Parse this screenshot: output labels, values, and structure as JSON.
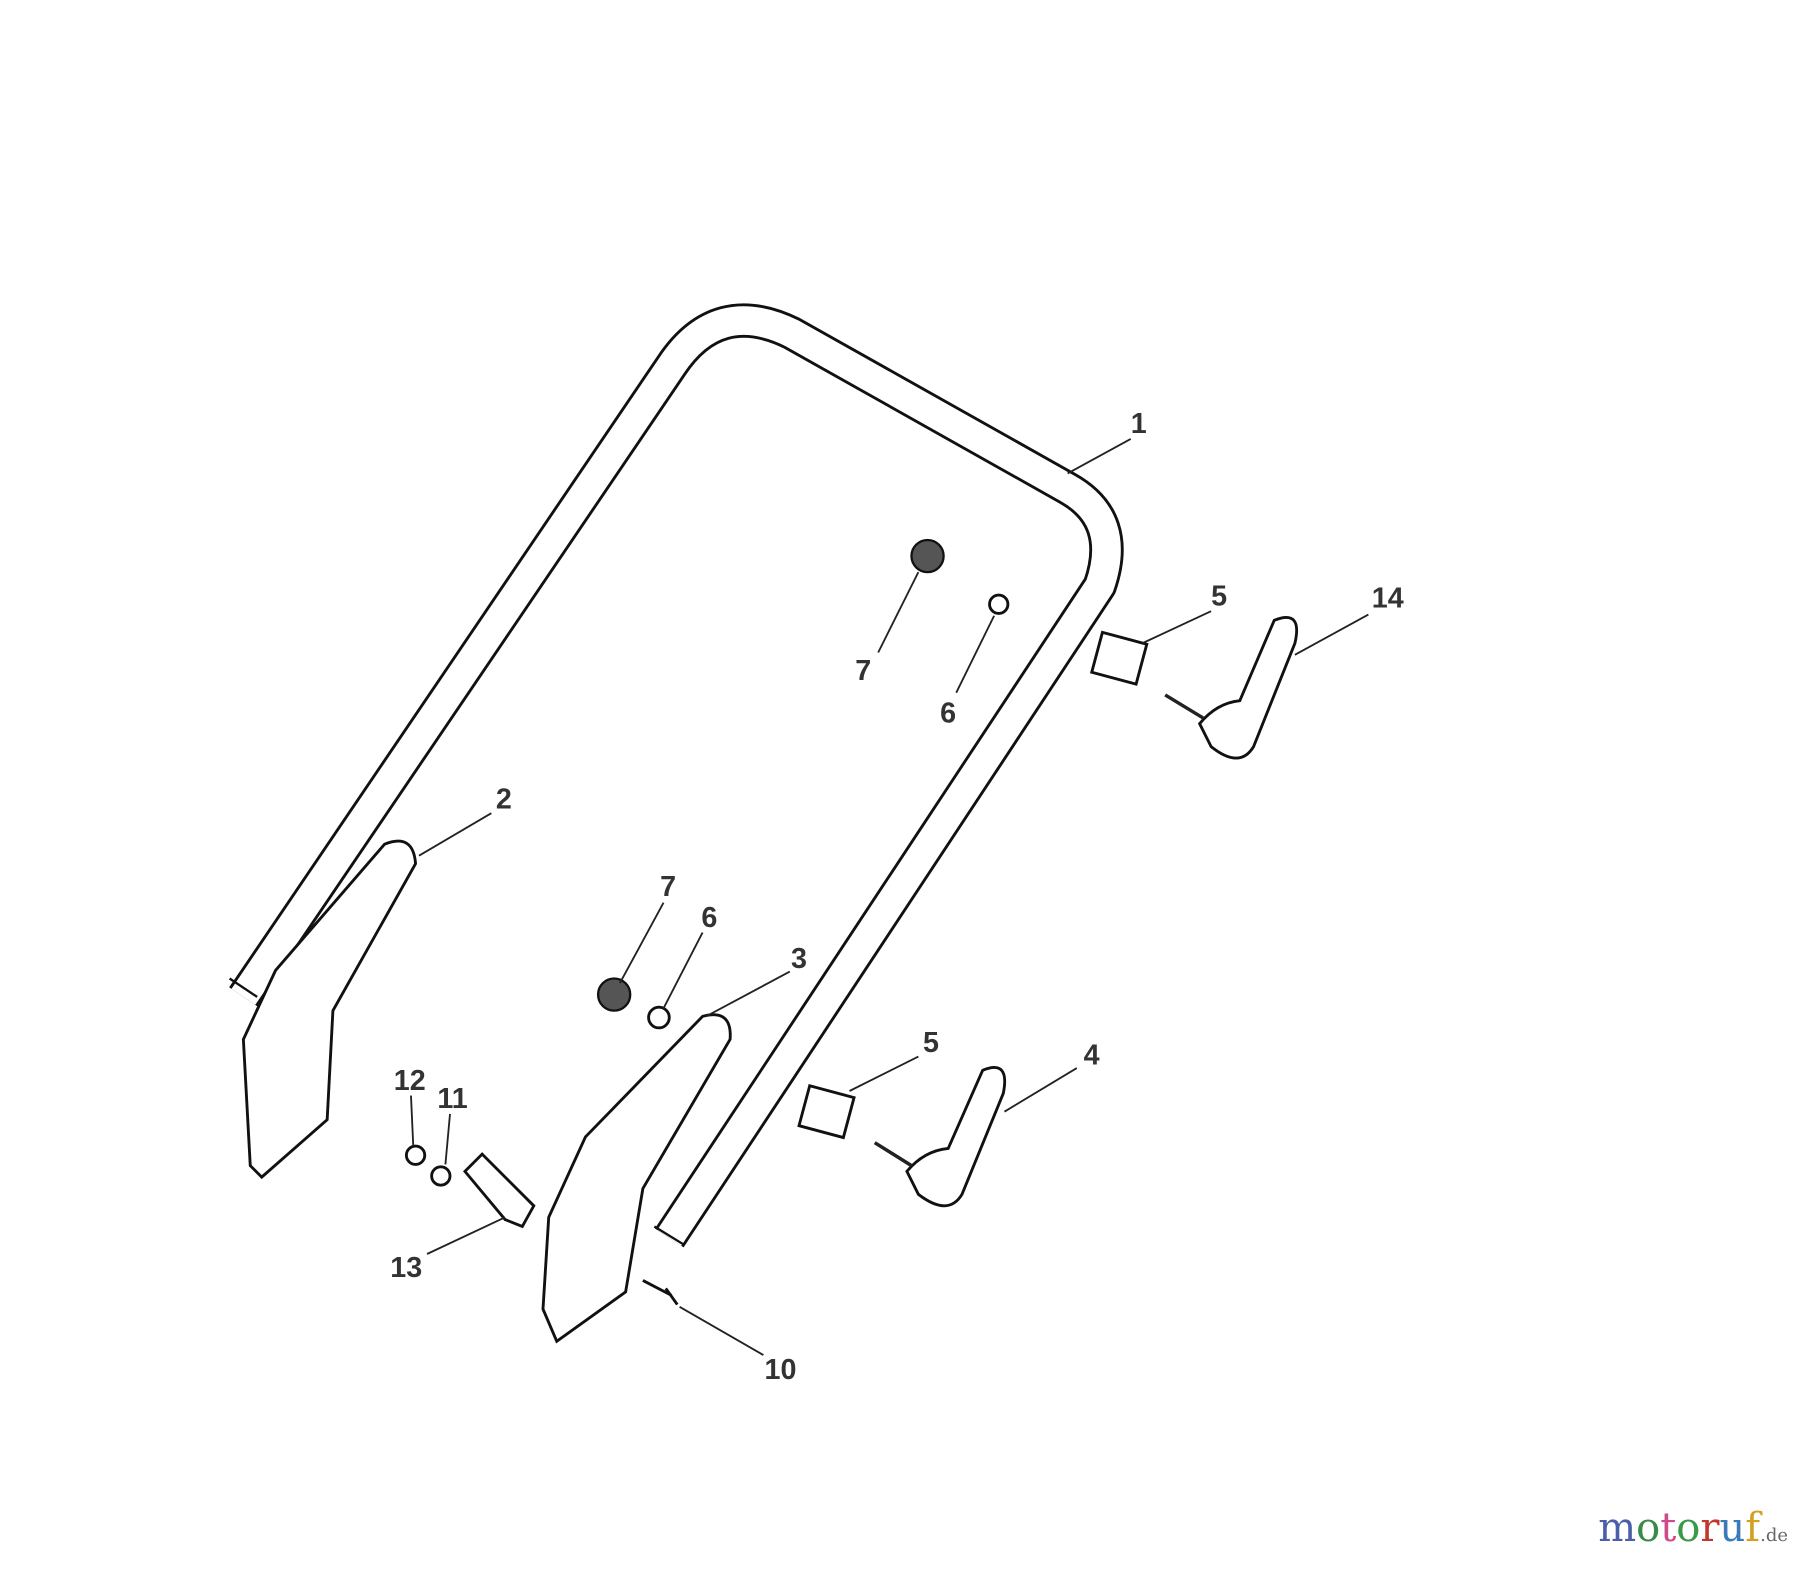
{
  "diagram": {
    "callouts": [
      {
        "id": "1",
        "label": "1"
      },
      {
        "id": "7a",
        "label": "7"
      },
      {
        "id": "6a",
        "label": "6"
      },
      {
        "id": "5a",
        "label": "5"
      },
      {
        "id": "14",
        "label": "14"
      },
      {
        "id": "2",
        "label": "2"
      },
      {
        "id": "7b",
        "label": "7"
      },
      {
        "id": "6b",
        "label": "6"
      },
      {
        "id": "3",
        "label": "3"
      },
      {
        "id": "5b",
        "label": "5"
      },
      {
        "id": "4",
        "label": "4"
      },
      {
        "id": "12",
        "label": "12"
      },
      {
        "id": "11",
        "label": "11"
      },
      {
        "id": "13",
        "label": "13"
      },
      {
        "id": "10",
        "label": "10"
      }
    ]
  },
  "watermark": {
    "letters": [
      "m",
      "o",
      "t",
      "o",
      "r",
      "u",
      "f"
    ],
    "colors": [
      "#4a5fa8",
      "#3a8a4a",
      "#d04a8a",
      "#3a9a4a",
      "#c0392b",
      "#3a7ab8",
      "#d4a020"
    ],
    "suffix": ".de"
  }
}
